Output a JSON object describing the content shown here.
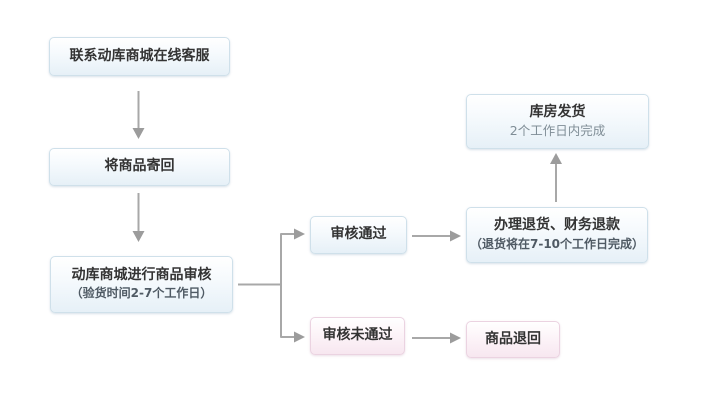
{
  "flowchart": {
    "description": "return-refund-process-flow",
    "nodes": {
      "contact": {
        "label": "联系动库商城在线客服"
      },
      "send_back": {
        "label": "将商品寄回"
      },
      "review": {
        "label": "动库商城进行商品审核",
        "note": "（验货时间2-7个工作日）"
      },
      "review_passed": {
        "label": "审核通过"
      },
      "review_failed": {
        "label": "审核未通过"
      },
      "refund": {
        "label": "办理退货、财务退款",
        "note": "（退货将在7-10个工作日完成）"
      },
      "warehouse": {
        "label": "库房发货",
        "note": "2个工作日内完成"
      },
      "goods_returned": {
        "label": "商品退回"
      }
    },
    "colors": {
      "background": "#ffffff",
      "blue_node_fill_bottom": "#e6f0f7",
      "blue_node_border": "#cfe0ea",
      "pink_node_fill_bottom": "#f7e7f0",
      "pink_node_border": "#ebd3e1",
      "arrow_line": "#a8a8a8",
      "arrow_head": "#9c9c9c",
      "label_text": "#333333",
      "note_text": "#4f5a64",
      "note_text_light": "#7f8d96"
    }
  }
}
